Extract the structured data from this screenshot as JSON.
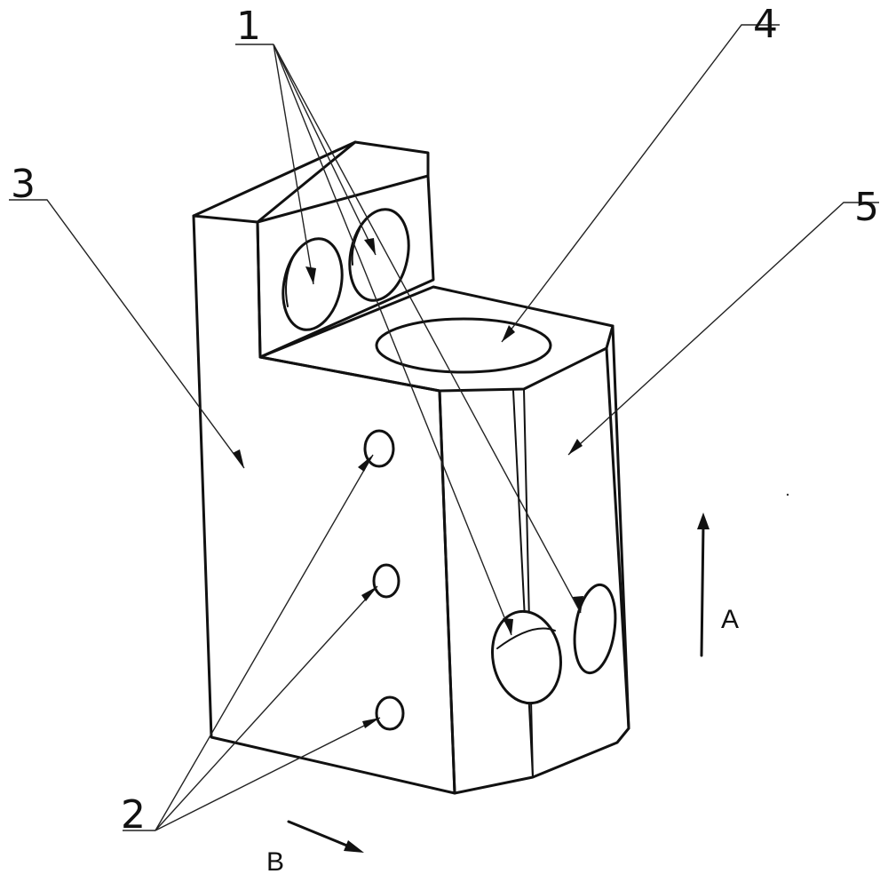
{
  "labels": {
    "part1": "1",
    "part2": "2",
    "part3": "3",
    "part4": "4",
    "part5": "5",
    "dirA": "A",
    "dirB": "B"
  }
}
